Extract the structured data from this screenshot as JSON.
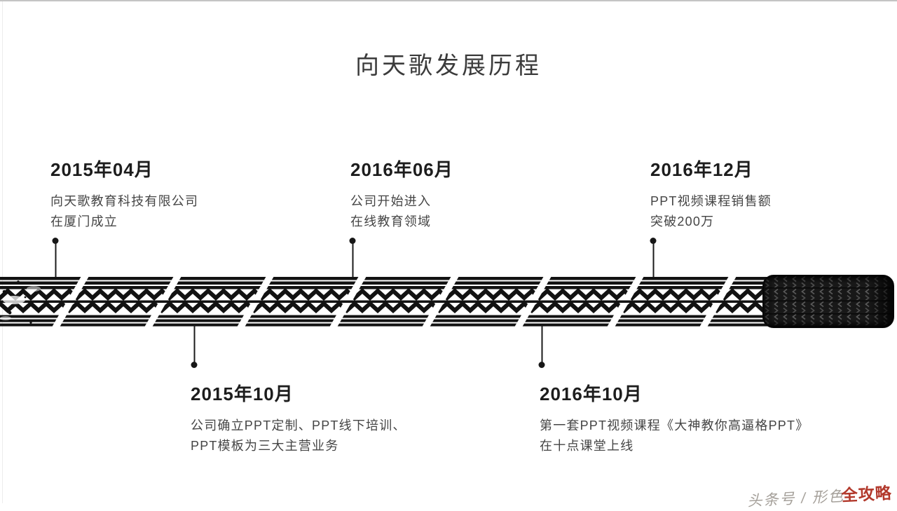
{
  "slide": {
    "title": "向天歌发展历程"
  },
  "timeline": {
    "top_items": [
      {
        "date": "2015年04月",
        "desc_lines": [
          "向天歌教育科技有限公司",
          "在厦门成立"
        ]
      },
      {
        "date": "2016年06月",
        "desc_lines": [
          "公司开始进入",
          "在线教育领域"
        ]
      },
      {
        "date": "2016年12月",
        "desc_lines": [
          "PPT视频课程销售额",
          "突破200万"
        ]
      }
    ],
    "bottom_items": [
      {
        "date": "2015年10月",
        "desc_lines": [
          "公司确立PPT定制、PPT线下培训、",
          "PPT模板为三大主营业务"
        ]
      },
      {
        "date": "2016年10月",
        "desc_lines": [
          "第一套PPT视频课程《大神教你高逼格PPT》",
          "在十点课堂上线"
        ]
      }
    ]
  },
  "watermark": {
    "prefix": "头条号 / 形色",
    "stamp": "全攻略"
  },
  "colors": {
    "ink": "#171717",
    "title_text": "#3b3b3b",
    "body_text": "#454545",
    "watermark_gray": "#a5a09a",
    "watermark_red": "#b2392c",
    "background": "#ffffff"
  }
}
